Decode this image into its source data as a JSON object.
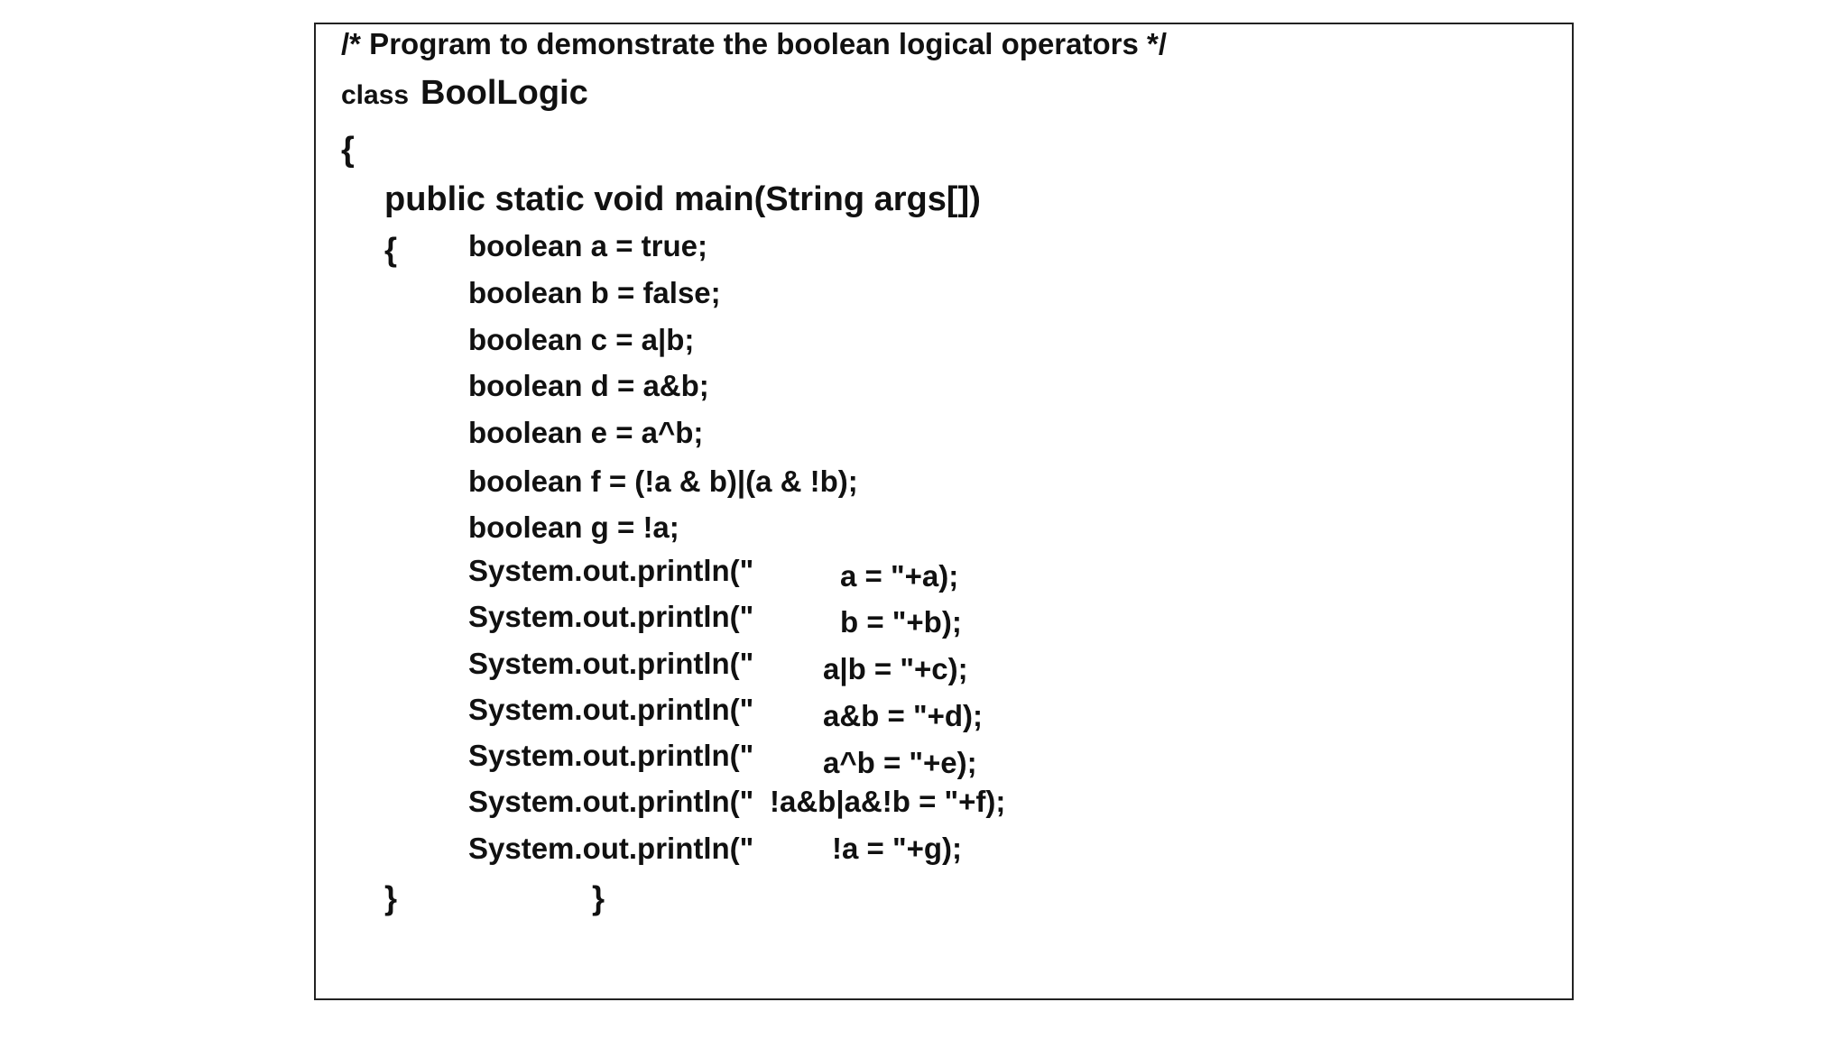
{
  "code": {
    "comment": "/* Program to demonstrate the boolean logical operators */",
    "class_keyword": "class",
    "class_name": "BoolLogic",
    "open_brace": "{",
    "main_signature": "public static void main(String args[])",
    "inner_open_brace": "{",
    "declarations": [
      "boolean a = true;",
      "boolean b = false;",
      "boolean c = a|b;",
      "boolean d = a&b;",
      "boolean e = a^b;",
      "boolean f = (!a & b)|(a & !b);",
      "boolean g = !a;"
    ],
    "prints": [
      {
        "call": "System.out.println(\"",
        "rest": "a = \"+a);"
      },
      {
        "call": "System.out.println(\"",
        "rest": "b = \"+b);"
      },
      {
        "call": "System.out.println(\"",
        "rest": "a|b = \"+c);"
      },
      {
        "call": "System.out.println(\"",
        "rest": "a&b = \"+d);"
      },
      {
        "call": "System.out.println(\"",
        "rest": "a^b = \"+e);"
      },
      {
        "call": "System.out.println(\"",
        "rest": "!a&b|a&!b = \"+f);"
      },
      {
        "call": "System.out.println(\"",
        "rest": "!a = \"+g);"
      }
    ],
    "inner_close_brace": "}",
    "outer_close_brace": "}"
  }
}
